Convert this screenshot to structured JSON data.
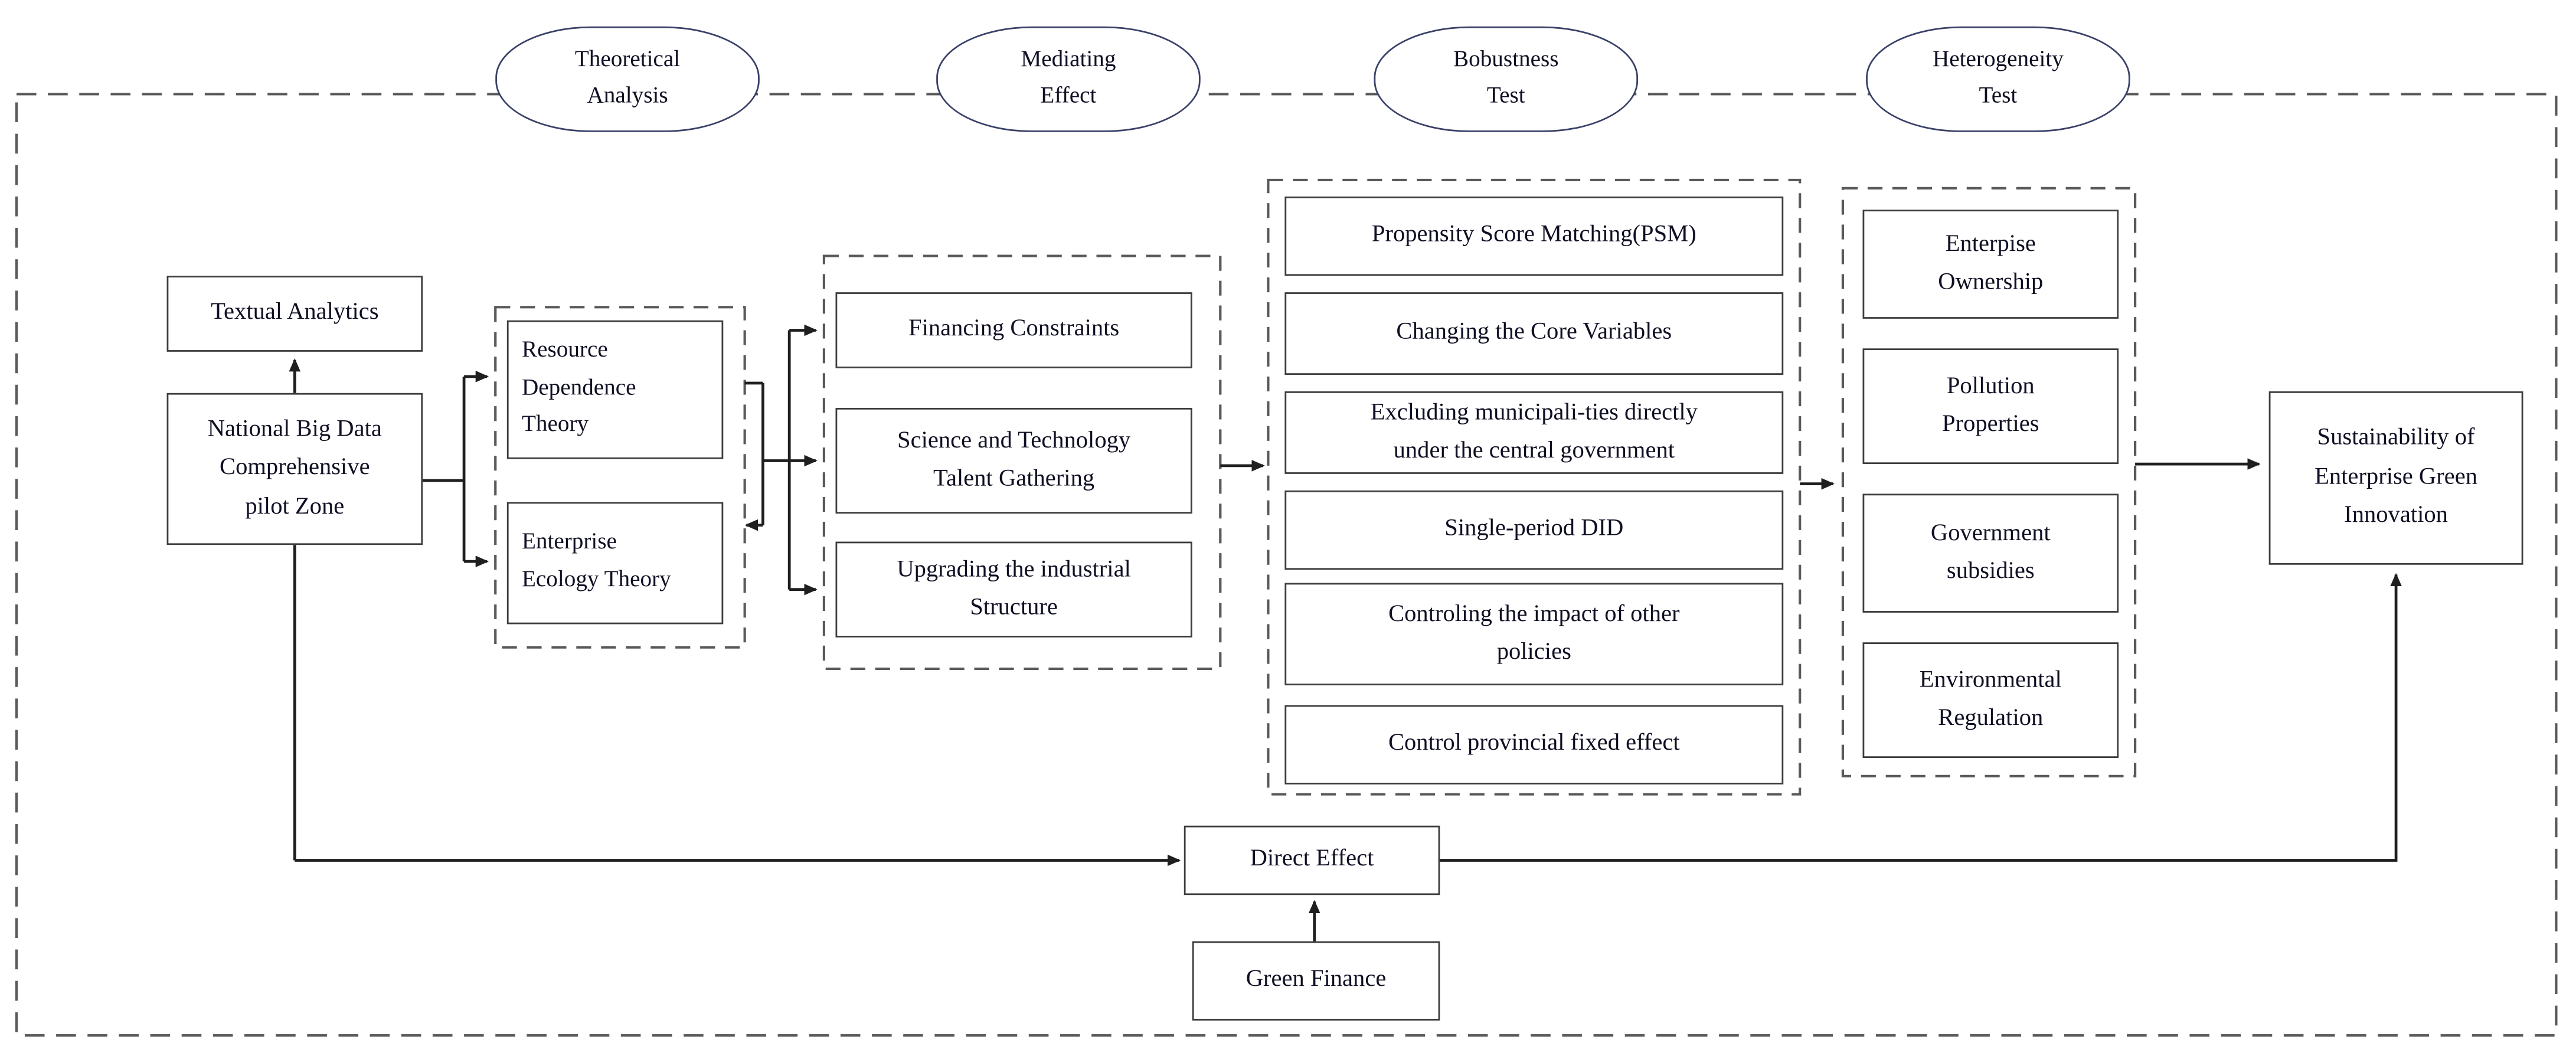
{
  "figure": {
    "stages": [
      {
        "label": "Theoretical\nAnalysis"
      },
      {
        "label": "Mediating\nEffect"
      },
      {
        "label": "Bobustness\nTest"
      },
      {
        "label": "Heterogeneity\nTest"
      }
    ],
    "textual": {
      "label": "Textual Analytics"
    },
    "policy": {
      "label": "National Big Data\nComprehensive\npilot Zone"
    },
    "theories": [
      {
        "label": "Resource\nDependence\nTheory"
      },
      {
        "label": "Enterprise\nEcology Theory"
      }
    ],
    "mediators": [
      {
        "label": "Financing Constraints"
      },
      {
        "label": "Science and Technology\nTalent Gathering"
      },
      {
        "label": "Upgrading the industrial\nStructure"
      }
    ],
    "robustness": [
      {
        "label": "Propensity Score Matching(PSM)"
      },
      {
        "label": "Changing the Core Variables"
      },
      {
        "label": "Excluding municipali-ties directly\nunder the central government"
      },
      {
        "label": "Single-period DID"
      },
      {
        "label": "Controling the impact of other\npolicies"
      },
      {
        "label": "Control provincial fixed effect"
      }
    ],
    "heterogeneity": [
      {
        "label": "Enterpise\nOwnership"
      },
      {
        "label": "Pollution\nProperties"
      },
      {
        "label": "Government\nsubsidies"
      },
      {
        "label": "Environmental\nRegulation"
      }
    ],
    "outcome": {
      "label": "Sustainability of\nEnterprise Green\nInnovation"
    },
    "direct_effect": {
      "label": "Direct Effect"
    },
    "green_finance": {
      "label": "Green Finance"
    },
    "colors": {
      "ellipse_stroke": "#3a4168",
      "box_stroke": "#3d3d3d",
      "dashed_stroke": "#5a5a5a",
      "arrow": "#1f1f1f",
      "text": "#101024"
    }
  }
}
